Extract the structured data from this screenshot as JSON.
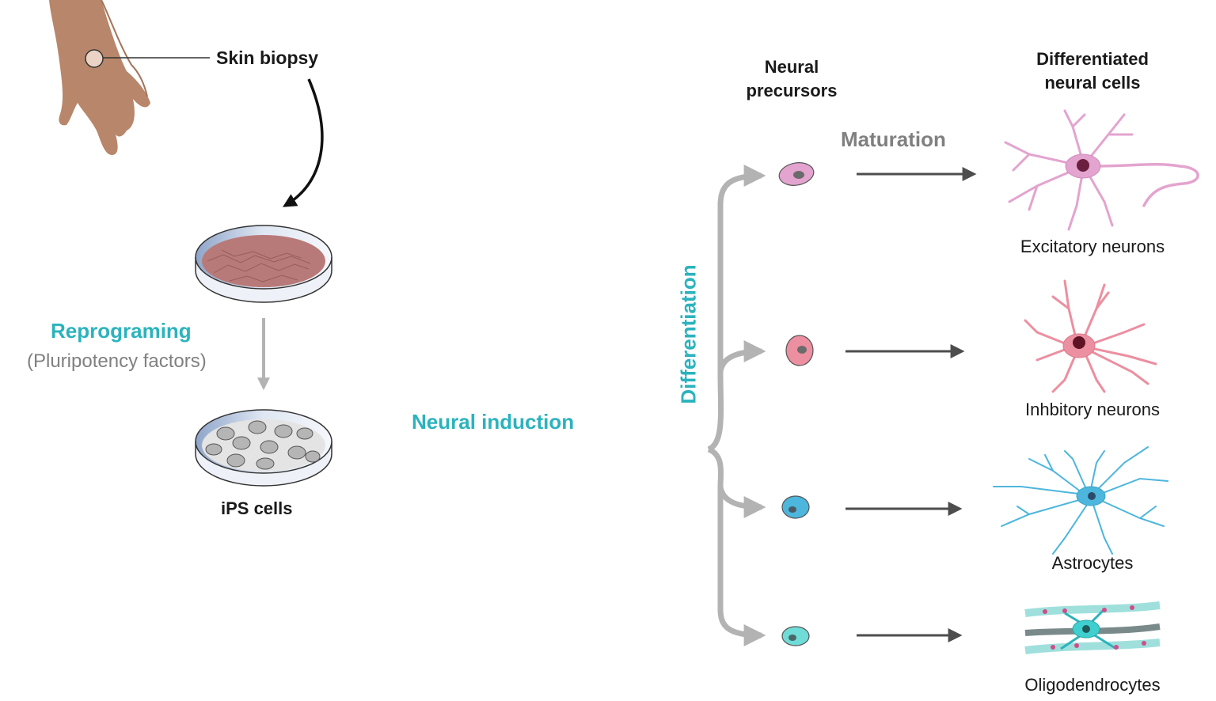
{
  "colors": {
    "accent_teal": "#2bb3bd",
    "arrow_gray": "#b3b3b3",
    "arrow_dark": "#4d4d4d",
    "skin": "#b8866a",
    "excitatory": "#e3a4cf",
    "inhibitory": "#ec8fa0",
    "astrocyte": "#4db6dc",
    "oligodendrocyte": "#3fcfcf"
  },
  "labels": {
    "skin_biopsy": "Skin biopsy",
    "reprograming": "Reprograming",
    "pluripotency": "(Pluripotency factors)",
    "ips_cells": "iPS cells",
    "neural_induction": "Neural induction",
    "differentiation": "Differentiation",
    "neural_precursors_1": "Neural",
    "neural_precursors_2": "precursors",
    "differentiated_1": "Differentiated",
    "differentiated_2": "neural cells",
    "maturation": "Maturation"
  },
  "cell_types": [
    {
      "name": "Excitatory neurons",
      "color": "#e3a4cf"
    },
    {
      "name": "Inhbitory neurons",
      "color": "#ec8fa0"
    },
    {
      "name": "Astrocytes",
      "color": "#4db6dc"
    },
    {
      "name": "Oligodendrocytes",
      "color": "#3fcfcf"
    }
  ]
}
